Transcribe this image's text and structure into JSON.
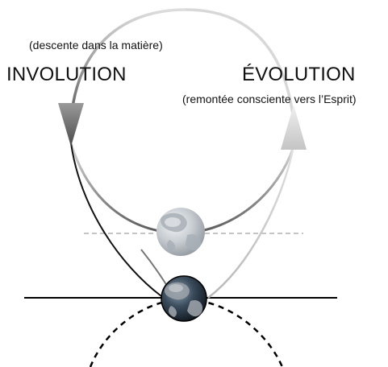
{
  "involution": {
    "label": "INVOLUTION",
    "caption": "(descente dans la matière)"
  },
  "evolution": {
    "label": "ÉVOLUTION",
    "caption": "(remontée consciente vers l’Esprit)"
  },
  "colors": {
    "background": "#ffffff",
    "text": "#111111",
    "solid_line": "#000000",
    "dashed_line": "#8a8a8a",
    "involution_arrow": "#666666",
    "evolution_arrow": "#cfcfcf",
    "earth_ocean": "#2b3a4a",
    "earth_land": "#9aa0a8"
  },
  "icons": {
    "upper_globe": "earth-globe-faded",
    "lower_globe": "earth-globe-dark"
  }
}
